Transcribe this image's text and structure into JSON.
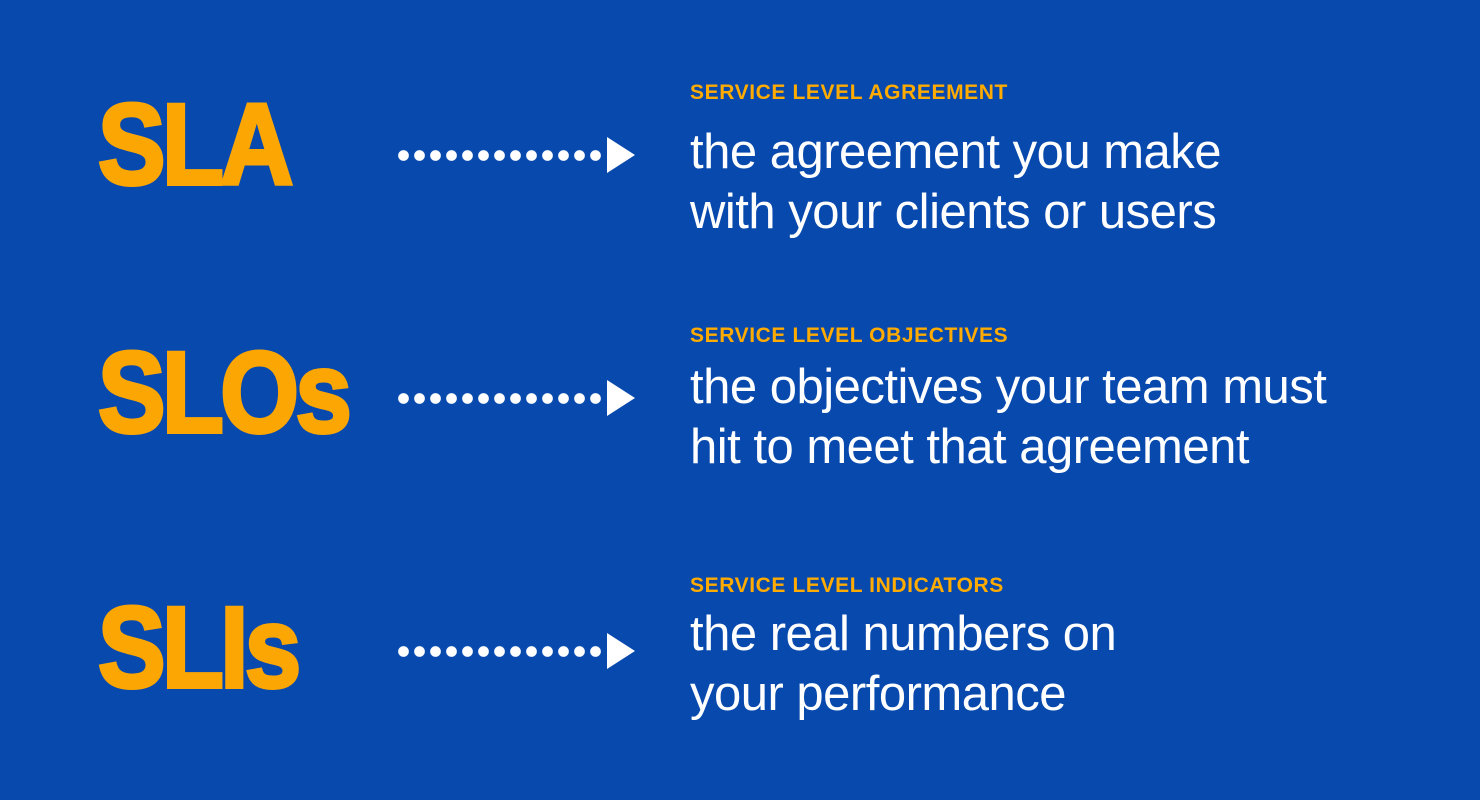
{
  "colors": {
    "background": "#0849AE",
    "acronym_orange": "#FCA604",
    "heading_orange": "#FFAB00",
    "text_white": "#FFFFFF"
  },
  "rows": [
    {
      "acronym": "SLA",
      "heading": "SERVICE LEVEL AGREEMENT",
      "description_line1": "the agreement you make",
      "description_line2": "with your clients or users"
    },
    {
      "acronym": "SLOs",
      "heading": "SERVICE LEVEL OBJECTIVES",
      "description_line1": "the objectives your team must",
      "description_line2": "hit to meet that agreement"
    },
    {
      "acronym": "SLIs",
      "heading": "SERVICE LEVEL INDICATORS",
      "description_line1": "the real numbers on",
      "description_line2": "your performance"
    }
  ]
}
